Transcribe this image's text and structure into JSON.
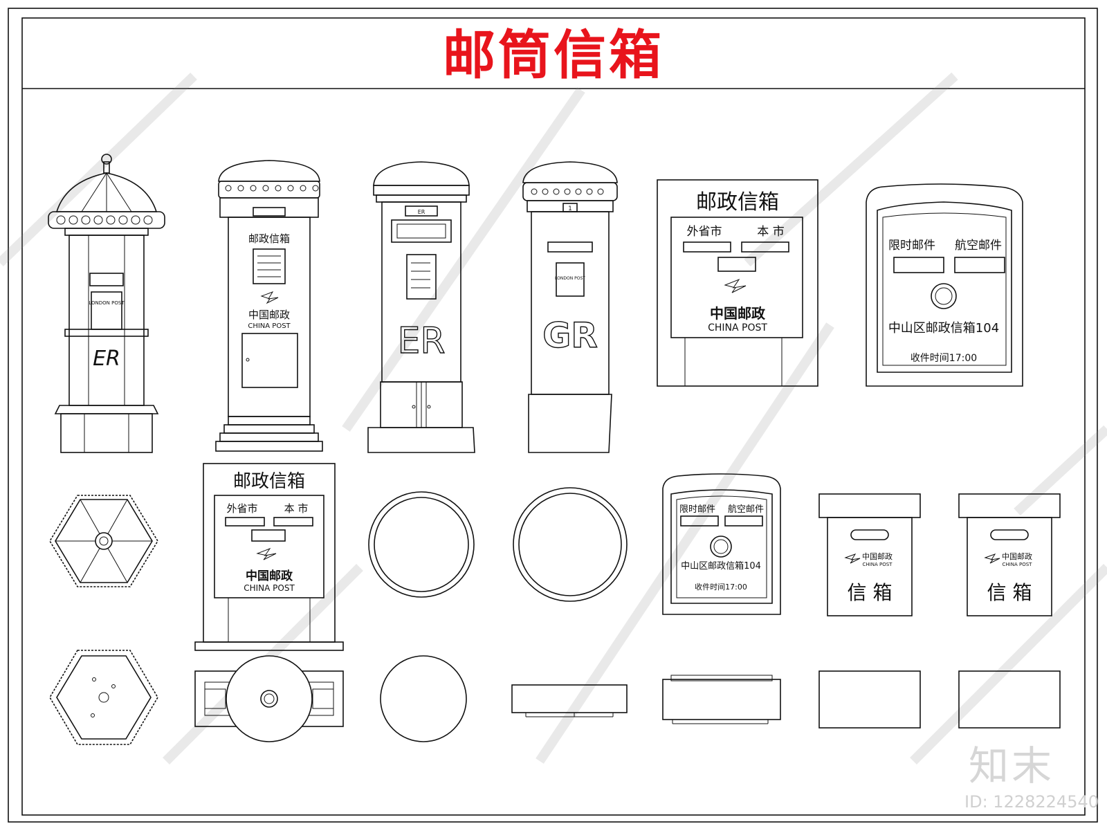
{
  "title": "邮筒信箱",
  "logo_text": "知末",
  "id_text": "ID: 1228224540",
  "labels": {
    "postal_box": "邮政信箱",
    "postal_box_small": "邮政信箱",
    "out_province": "外省市",
    "local_city": "本  市",
    "china_post_cn": "中国邮政",
    "china_post_en": "CHINA POST",
    "limited_mail": "限时邮件",
    "air_mail": "航空邮件",
    "zhongshan_box": "中山区邮政信箱104",
    "pickup_time": "收件时间17:00",
    "mailbox": "信    箱",
    "er": "ER",
    "gr": "GR",
    "london_post": "LONDON POST",
    "pillar_box_small": "邮政信箱",
    "one": "1"
  }
}
